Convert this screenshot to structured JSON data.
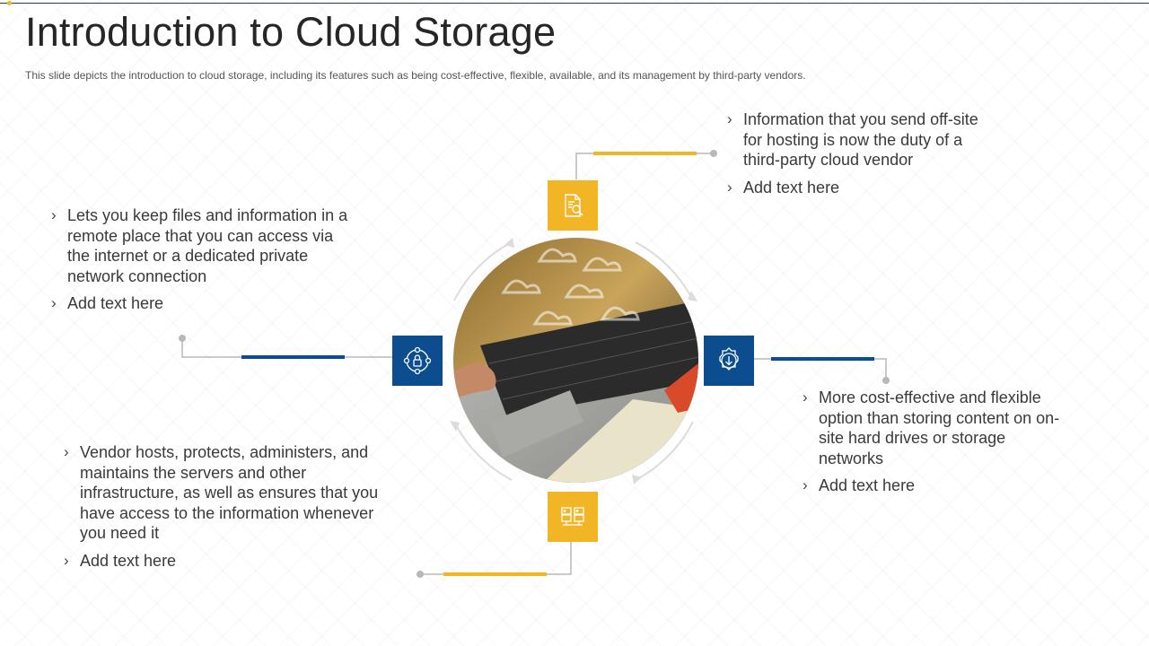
{
  "slide": {
    "title": "Introduction to Cloud Storage",
    "subtitle": "This slide depicts the introduction to cloud storage, including its features such as being cost-effective, flexible, available, and its management by third-party vendors."
  },
  "blocks": {
    "top_right": {
      "items": [
        "Information that you send off-site for hosting is now the duty of a third-party cloud vendor",
        "Add text here"
      ]
    },
    "left": {
      "items": [
        "Lets you keep files and information in a remote place that you can access via the internet or a dedicated private network connection",
        "Add text here"
      ]
    },
    "right": {
      "items": [
        "More cost-effective and flexible option than storing content on on-site hard drives or storage networks",
        "Add text here"
      ]
    },
    "bottom_left": {
      "items": [
        "Vendor hosts, protects, administers, and maintains the servers and other infrastructure, as well as ensures that you have access to the information whenever you need it",
        "Add text here"
      ]
    }
  },
  "icons": {
    "top": "document-search-icon",
    "left": "network-lock-icon",
    "right": "gear-download-icon",
    "bottom": "servers-icon"
  },
  "colors": {
    "accent_yellow": "#f2b526",
    "accent_blue": "#0b4d8e",
    "connector_gray": "#b8b8b8"
  }
}
